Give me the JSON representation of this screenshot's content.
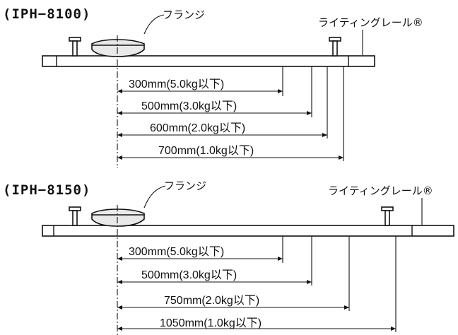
{
  "diagrams": [
    {
      "model": "(IPH−8100)",
      "flange_label": "フランジ",
      "rail_label": "ライティングレール®",
      "dimensions": [
        "300mm(5.0kg以下)",
        "500mm(3.0kg以下)",
        "600mm(2.0kg以下)",
        "700mm(1.0kg以下)"
      ]
    },
    {
      "model": "(IPH−8150)",
      "flange_label": "フランジ",
      "rail_label": "ライティングレール®",
      "dimensions": [
        "300mm(5.0kg以下)",
        "500mm(3.0kg以下)",
        "750mm(2.0kg以下)",
        "1050mm(1.0kg以下)"
      ]
    }
  ]
}
